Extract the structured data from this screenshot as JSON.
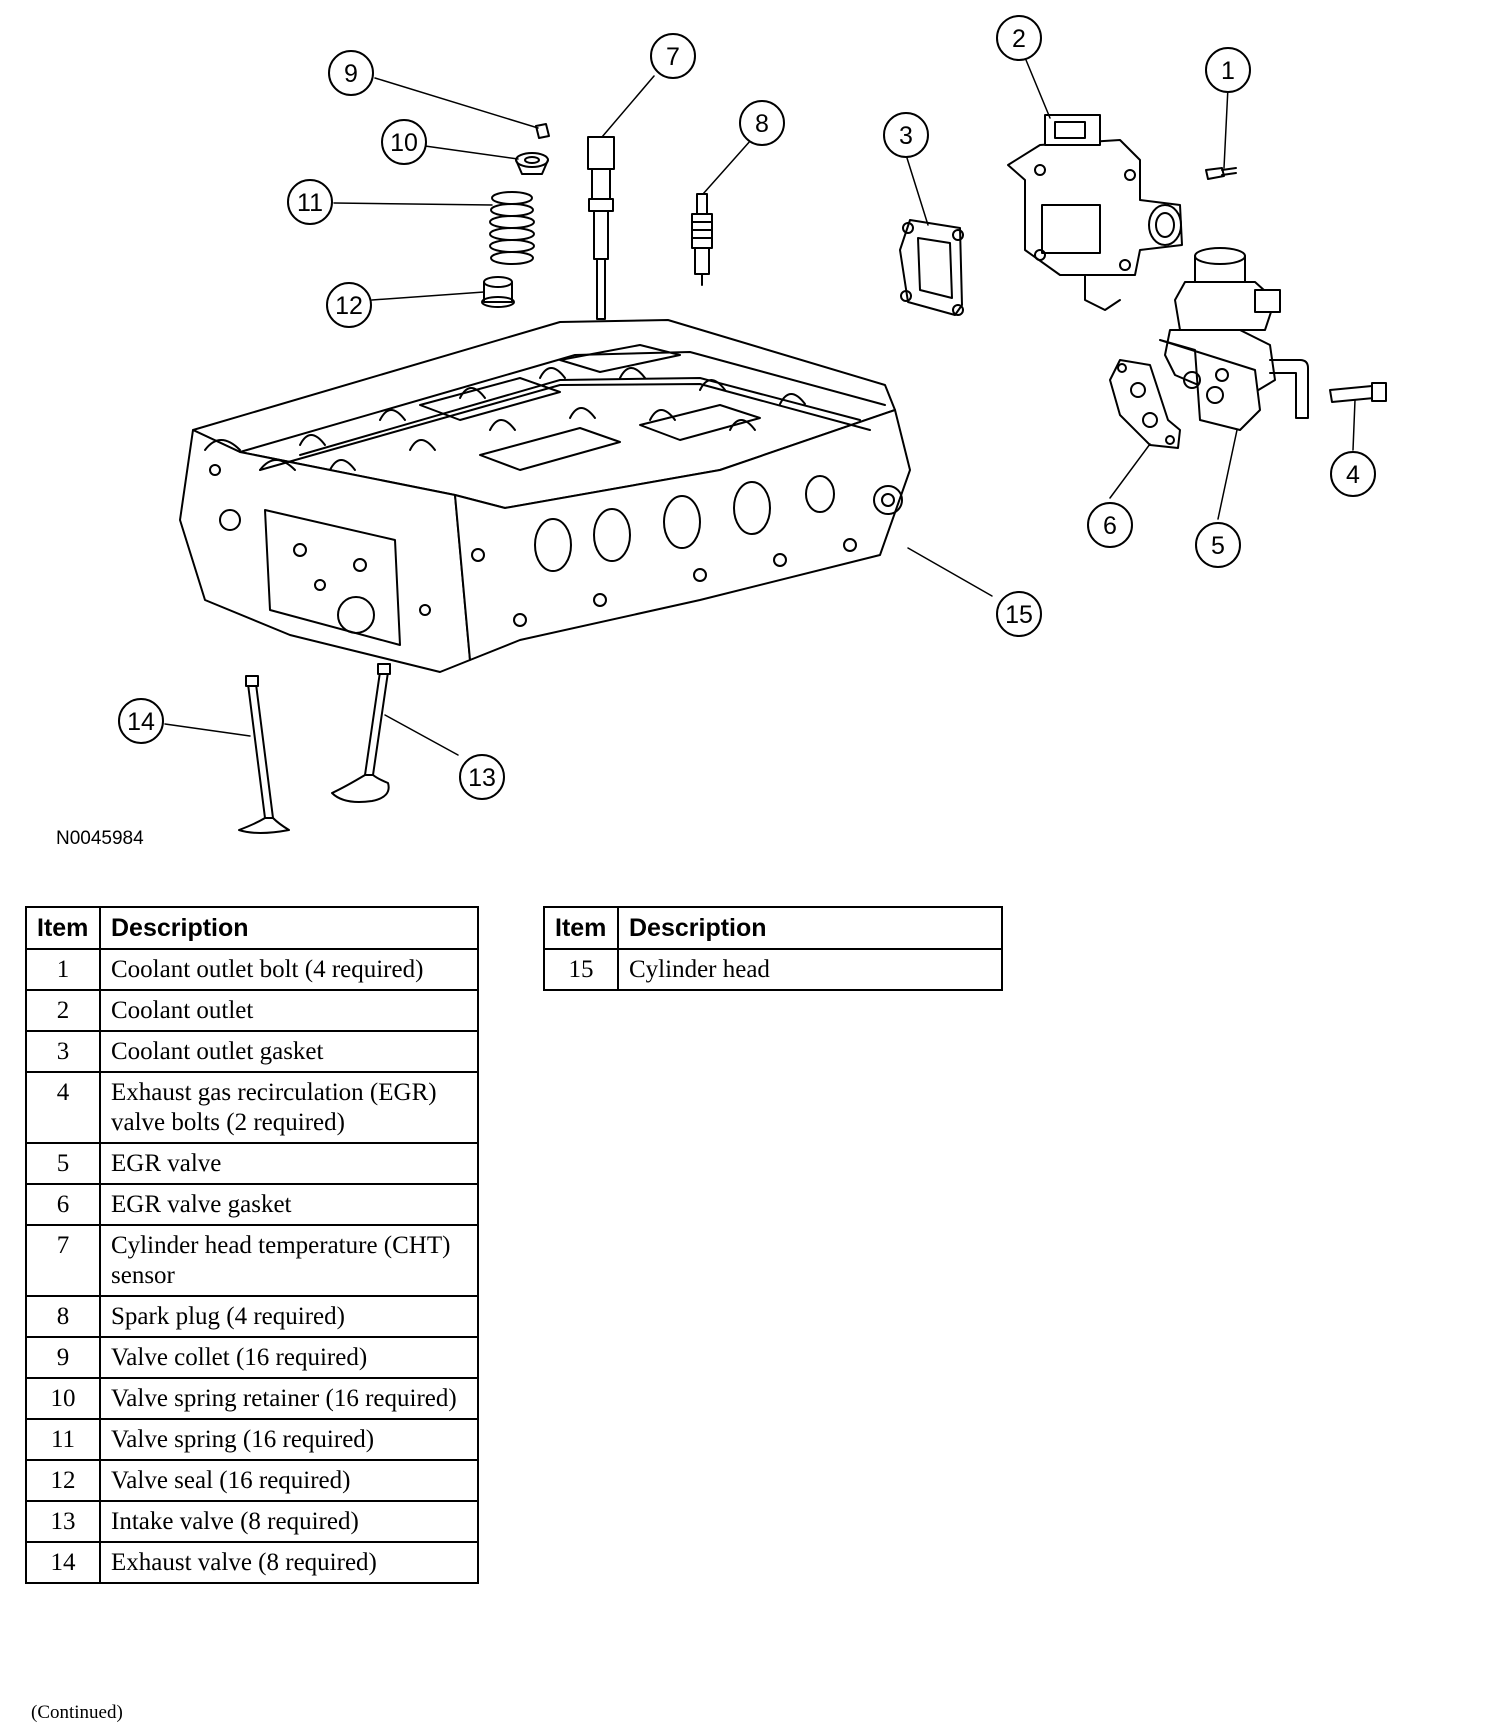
{
  "figure_id": "N0045984",
  "callouts": [
    "1",
    "2",
    "3",
    "4",
    "5",
    "6",
    "7",
    "8",
    "9",
    "10",
    "11",
    "12",
    "13",
    "14",
    "15"
  ],
  "table_headers": {
    "item": "Item",
    "description": "Description"
  },
  "table_left_rows": [
    {
      "item": "1",
      "description": "Coolant outlet bolt (4 required)"
    },
    {
      "item": "2",
      "description": "Coolant outlet"
    },
    {
      "item": "3",
      "description": "Coolant outlet gasket"
    },
    {
      "item": "4",
      "description": "Exhaust gas recirculation (EGR) valve bolts (2 required)"
    },
    {
      "item": "5",
      "description": "EGR valve"
    },
    {
      "item": "6",
      "description": "EGR valve gasket"
    },
    {
      "item": "7",
      "description": "Cylinder head temperature (CHT) sensor"
    },
    {
      "item": "8",
      "description": "Spark plug (4 required)"
    },
    {
      "item": "9",
      "description": "Valve collet (16 required)"
    },
    {
      "item": "10",
      "description": "Valve spring retainer (16 required)"
    },
    {
      "item": "11",
      "description": "Valve spring (16 required)"
    },
    {
      "item": "12",
      "description": "Valve seal (16 required)"
    },
    {
      "item": "13",
      "description": "Intake valve (8 required)"
    },
    {
      "item": "14",
      "description": "Exhaust valve (8 required)"
    }
  ],
  "table_right_rows": [
    {
      "item": "15",
      "description": "Cylinder head"
    }
  ],
  "continued_note": "(Continued)"
}
